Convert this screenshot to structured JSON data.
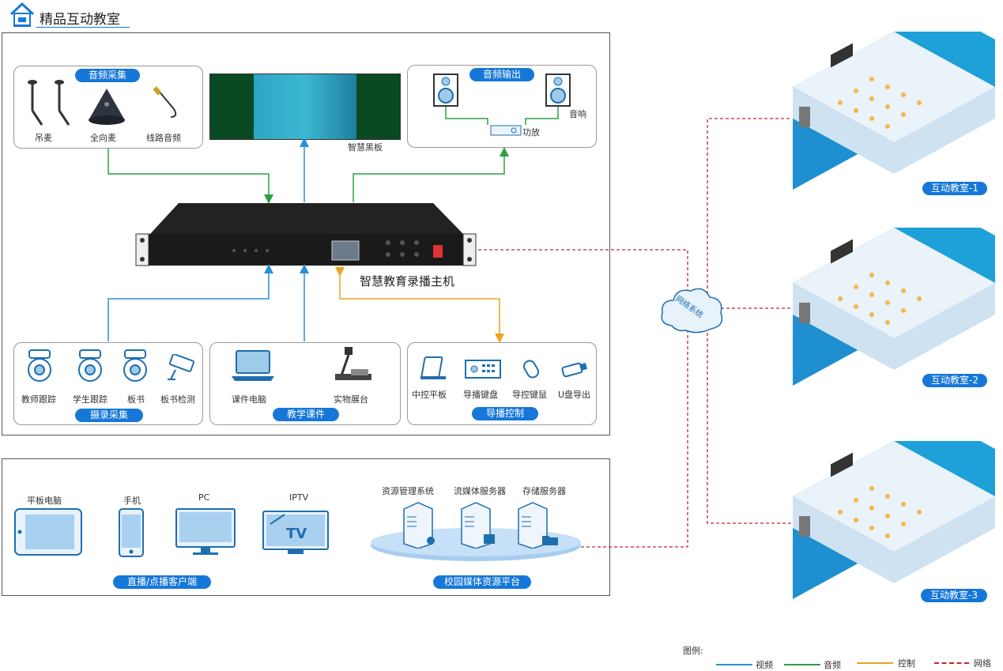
{
  "title": "精品互动教室",
  "audio_capture": {
    "heading": "音频采集",
    "items": [
      "吊麦",
      "全向麦",
      "线路音频"
    ]
  },
  "smart_board": {
    "label": "智慧黑板"
  },
  "audio_output": {
    "heading": "音频输出",
    "speaker_label": "音响",
    "amp_label": "功放"
  },
  "host": {
    "label": "智慧教育录播主机"
  },
  "camera_capture": {
    "heading": "摄录采集",
    "items": [
      "教师跟踪",
      "学生跟踪",
      "板书",
      "板书检测"
    ]
  },
  "courseware": {
    "heading": "教学课件",
    "items": [
      "课件电脑",
      "实物展台"
    ]
  },
  "directing": {
    "heading": "导播控制",
    "items": [
      "中控平板",
      "导播键盘",
      "导控键鼠",
      "U盘导出"
    ]
  },
  "clients": {
    "heading": "直播/点播客户端",
    "items": [
      "平板电脑",
      "手机",
      "PC",
      "IPTV"
    ],
    "tv_text": "TV"
  },
  "platform": {
    "heading": "校园媒体资源平台",
    "items": [
      "资源管理系统",
      "流媒体服务器",
      "存储服务器"
    ]
  },
  "network": {
    "label": "网络系统"
  },
  "classrooms": [
    "互动教室-1",
    "互动教室-2",
    "互动教室-3"
  ],
  "legend": {
    "title": "图例:",
    "items": [
      "视频",
      "音频",
      "控制",
      "网络"
    ]
  },
  "colors": {
    "video": "#2a8fd6",
    "audio": "#2ea043",
    "control": "#f0a020",
    "network": "#c0282d",
    "accent": "#1677d8"
  }
}
